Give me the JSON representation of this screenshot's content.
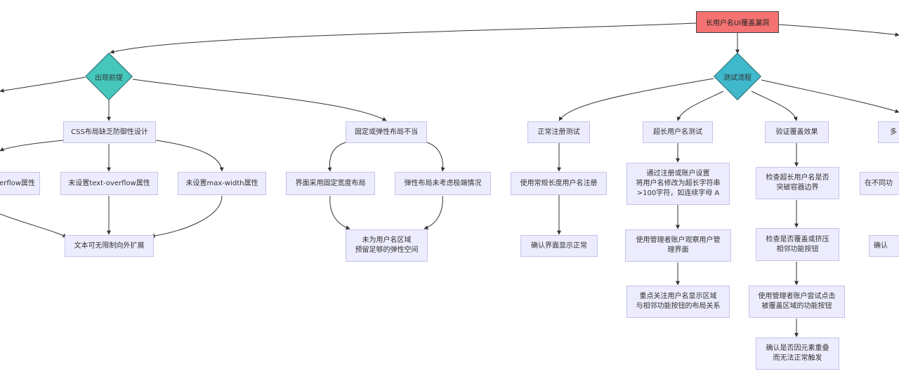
{
  "root": {
    "label": "长用户名UI覆盖漏洞"
  },
  "colors": {
    "root": "#f47372",
    "cause_diamond": "#45c7bb",
    "test_diamond": "#3fb8cc",
    "node_fill": "#ececfe",
    "node_border": "#c4c4ea"
  },
  "causes": {
    "label": "出现前提",
    "css": {
      "label": "CSS布局缺乏防御性设计",
      "overflow": "erflow属性",
      "text_overflow": "未设置text-overflow属性",
      "max_width": "未设置max-width属性",
      "result": "文本可无限制向外扩展"
    },
    "layout": {
      "label": "固定或弹性布局不当",
      "fixed": "界面采用固定宽度布局",
      "flex": "弹性布局未考虑极端情况",
      "result": "未为用户名区域\n预留足够的弹性空间"
    }
  },
  "tests": {
    "label": "测试流程",
    "normal": {
      "label": "正常注册测试",
      "step1": "使用常规长度用户名注册",
      "step2": "确认界面显示正常"
    },
    "long": {
      "label": "超长用户名测试",
      "step1": "通过注册或账户设置\n将用户名修改为超长字符串\n>100字符，如连续字母 A",
      "step2": "使用管理者账户观察用户管\n理界面",
      "step3": "重点关注用户名显示区域\n与相邻功能按钮的布局关系"
    },
    "verify": {
      "label": "验证覆盖效果",
      "step1": "检查超长用户名是否\n突破容器边界",
      "step2": "检查是否覆盖或挤压\n相邻功能按钮",
      "step3": "使用管理者账户尝试点击\n被覆盖区域的功能按钮",
      "step4": "确认是否因元素重叠\n而无法正常触发"
    },
    "multi": {
      "label": "多",
      "step1": "在不同功",
      "step2": "确认"
    }
  }
}
